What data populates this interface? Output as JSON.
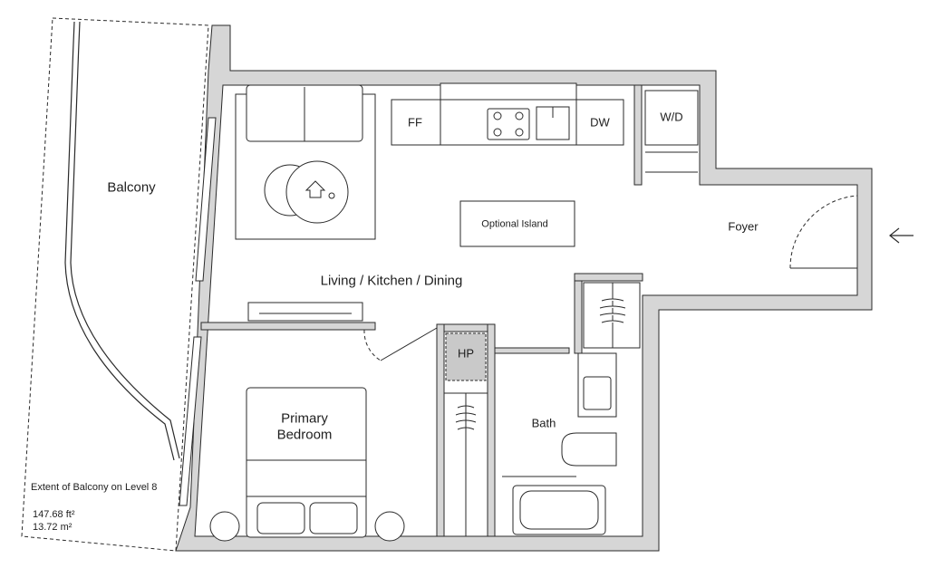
{
  "colors": {
    "wall": "#d6d6d6",
    "line": "#2a2a2a",
    "background": "#ffffff"
  },
  "rooms": {
    "balcony": "Balcony",
    "living_kitchen_dining": "Living / Kitchen / Dining",
    "foyer": "Foyer",
    "primary_bedroom_line1": "Primary",
    "primary_bedroom_line2": "Bedroom",
    "bath": "Bath"
  },
  "fixtures": {
    "fridge": "FF",
    "dishwasher": "DW",
    "washer_dryer": "W/D",
    "heat_pump": "HP",
    "island": "Optional Island"
  },
  "balcony_note": {
    "extent": "Extent of Balcony on Level  8",
    "area_ft": "147.68 ft²",
    "area_m": "13.72 m²"
  },
  "icons": {
    "entry": "arrow-left-icon"
  }
}
